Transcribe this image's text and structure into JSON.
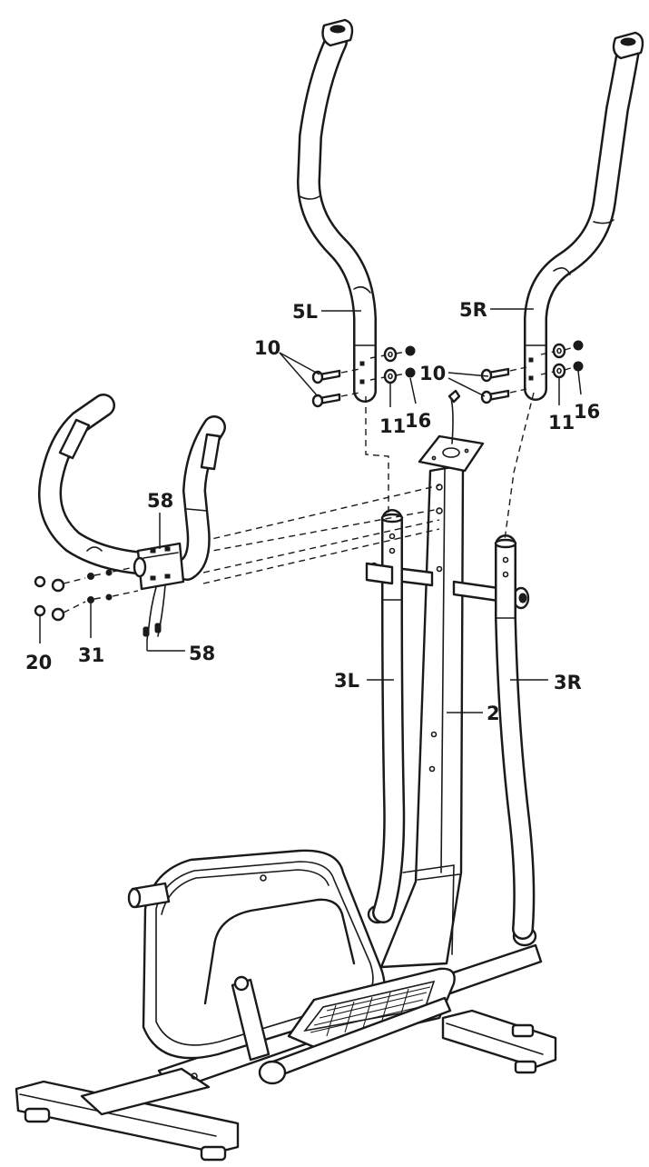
{
  "callouts": {
    "handlebar_left": "5L",
    "handlebar_right": "5R",
    "bolt_left": "10",
    "bolt_right": "10",
    "washer_left": "11",
    "washer_right": "11",
    "nut_left": "16",
    "nut_right": "16",
    "sensor_bracket": "58",
    "sensor_wire": "58",
    "screw": "20",
    "washer_small": "31",
    "upright": "2",
    "lower_arm_left": "3L",
    "lower_arm_right": "3R"
  },
  "colors": {
    "line": "#1a1a1a",
    "fill": "#ffffff"
  }
}
